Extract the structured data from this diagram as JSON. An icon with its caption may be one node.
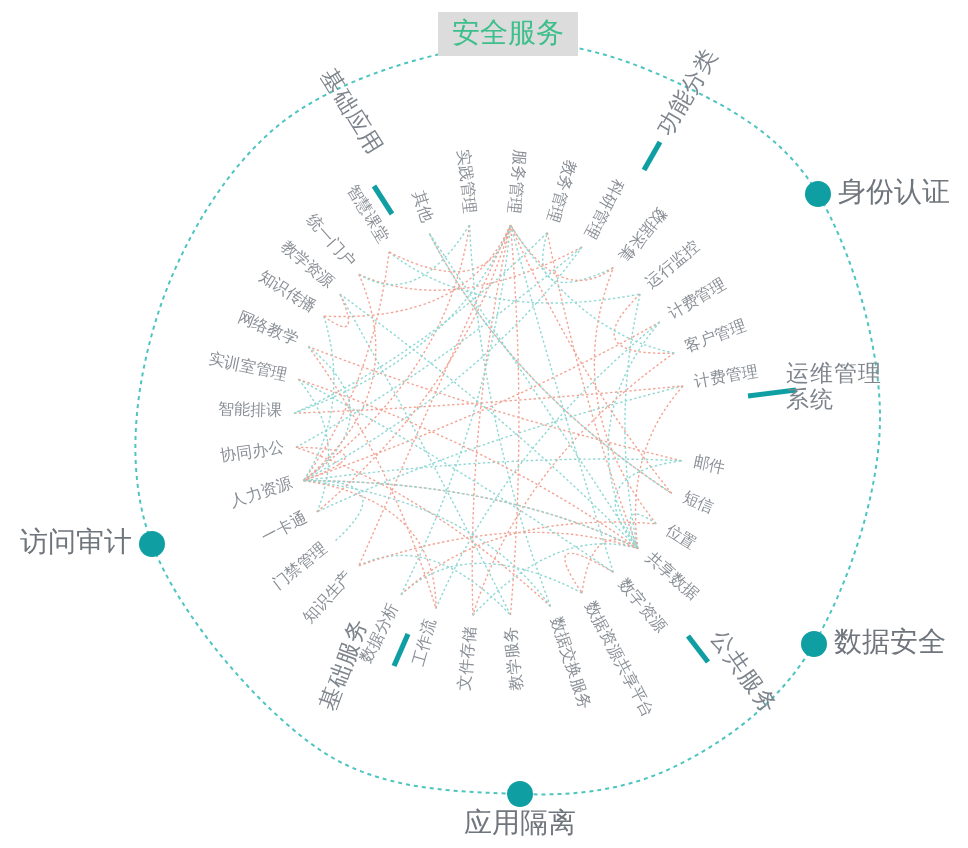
{
  "diagram": {
    "nodes": [
      {
        "text": [
          "安全服务"
        ]
      }
    ],
    "labels": [
      "基础应用",
      "智慧课堂",
      "其他",
      "实践管理",
      "服务管理",
      "教务管理",
      "科研管理",
      "数据采集",
      "功能分类",
      "身份认证",
      "运行监控",
      "计费管理",
      "客户管理",
      "计费管理",
      "运维管理系统",
      "邮件",
      "短信",
      "位置",
      "共享数据",
      "数字资源",
      "公共服务",
      "数据安全",
      "数据资源共享平台",
      "数据交换服务",
      "教学服务",
      "文件存储",
      "工作流",
      "数据分析",
      "基础服务",
      "应用隔离",
      "知识生产",
      "门禁管理",
      "一卡通",
      "访问审计",
      "人力资源",
      "协同办公",
      "智能排课",
      "实训室管理",
      "网络教学",
      "知识传播",
      "教学资源",
      "统一门户"
    ]
  }
}
